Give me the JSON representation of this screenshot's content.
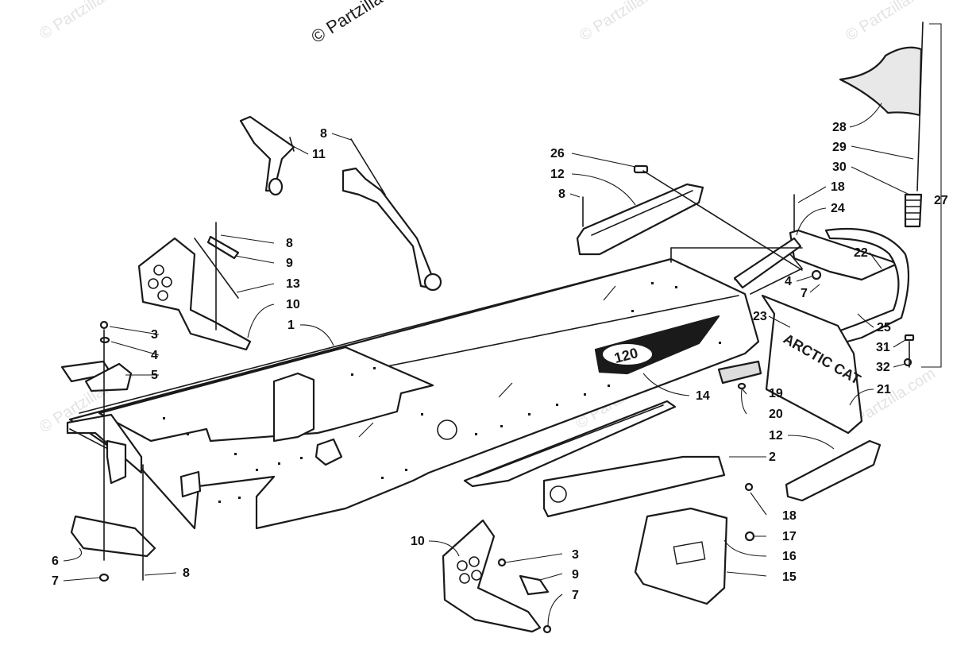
{
  "watermark": {
    "text": "© Partzilla.com",
    "top_text": "© Partzilla"
  },
  "colors": {
    "ink": "#1a1a1a",
    "background": "#ffffff",
    "watermark": "#e3e3e3"
  },
  "decals": {
    "flap_text": "ARCTIC CAT",
    "logo_text": "120"
  },
  "callouts": {
    "c1": "1",
    "c2": "2",
    "c3a": "3",
    "c3b": "3",
    "c4a": "4",
    "c4b": "4",
    "c5": "5",
    "c6": "6",
    "c7a": "7",
    "c7b": "7",
    "c7c": "7",
    "c8a": "8",
    "c8b": "8",
    "c8c": "8",
    "c8d": "8",
    "c9a": "9",
    "c9b": "9",
    "c10a": "10",
    "c10b": "10",
    "c11": "11",
    "c12a": "12",
    "c12b": "12",
    "c13": "13",
    "c14": "14",
    "c15": "15",
    "c16": "16",
    "c17": "17",
    "c18a": "18",
    "c18b": "18",
    "c19": "19",
    "c20": "20",
    "c21": "21",
    "c22": "22",
    "c23": "23",
    "c24": "24",
    "c25": "25",
    "c26": "26",
    "c27": "27",
    "c28": "28",
    "c29": "29",
    "c30": "30",
    "c31": "31",
    "c32": "32"
  }
}
